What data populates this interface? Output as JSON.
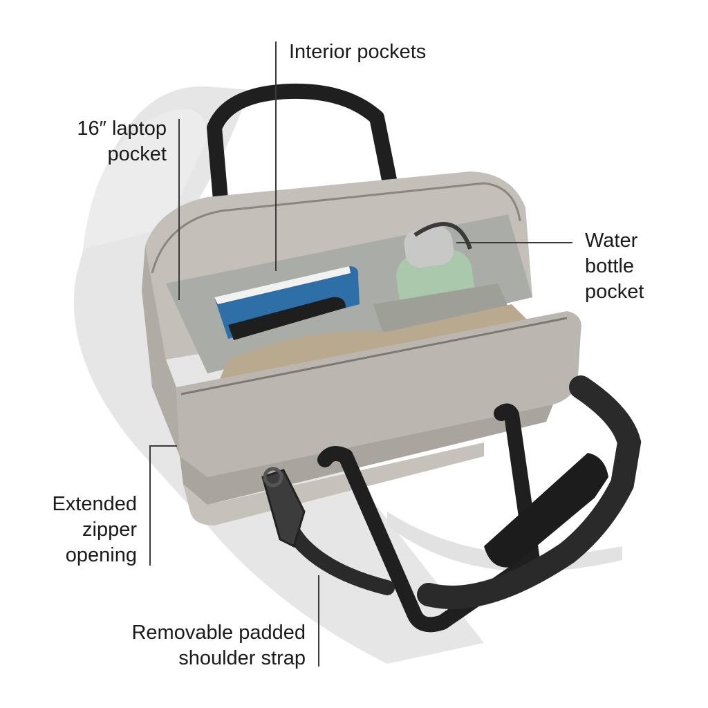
{
  "image": {
    "subject": "open-tote-bag-product-photo",
    "colors": {
      "background": "#ffffff",
      "bag_body": "#b9b4ad",
      "bag_interior": "#a8aba6",
      "leather_handles": "#1f1f1f",
      "water_bottle": "#a9c8ac",
      "notebook": "#2f6fa8",
      "sweater": "#b8a98f",
      "label_text": "#1a1a1a"
    }
  },
  "callouts": {
    "interior_pockets": {
      "lines": [
        "Interior pockets"
      ]
    },
    "laptop_pocket": {
      "lines": [
        "16″ laptop",
        "pocket"
      ]
    },
    "water_bottle_pocket": {
      "lines": [
        "Water",
        "bottle",
        "pocket"
      ]
    },
    "extended_zipper": {
      "lines": [
        "Extended",
        "zipper",
        "opening"
      ]
    },
    "shoulder_strap": {
      "lines": [
        "Removable padded",
        "shoulder strap"
      ]
    }
  }
}
